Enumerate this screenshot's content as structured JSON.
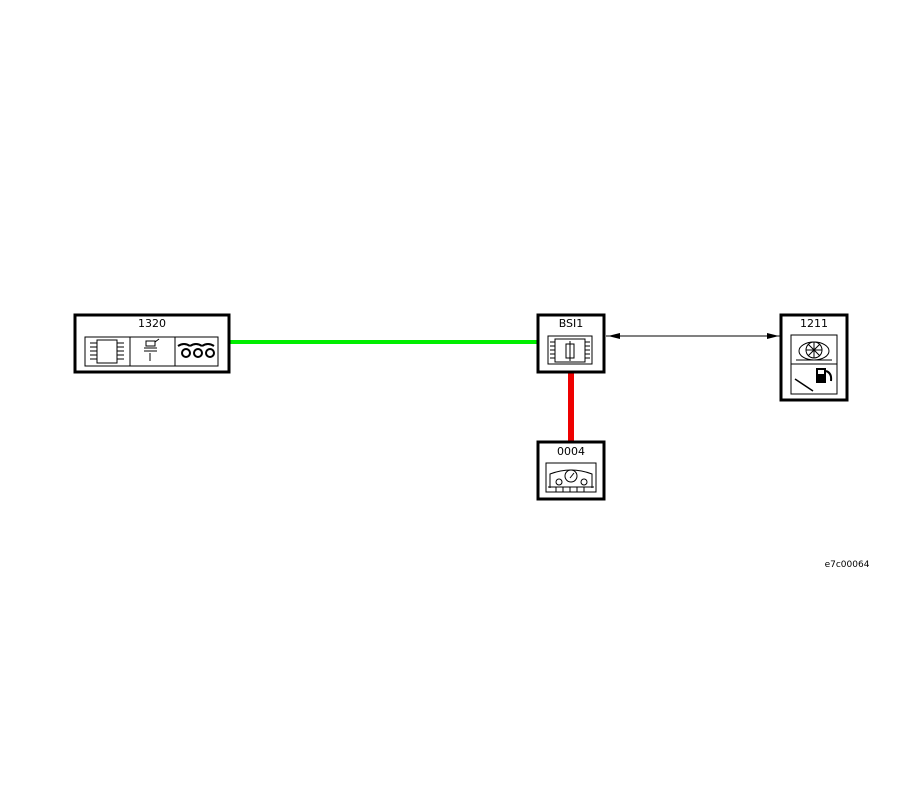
{
  "diagram": {
    "components": [
      {
        "id": "1320",
        "label": "1320",
        "icons": [
          "ecu-chip-icon",
          "injector-icon",
          "coil-icon"
        ]
      },
      {
        "id": "BSI1",
        "label": "BSI1",
        "icons": [
          "fuse-box-icon"
        ]
      },
      {
        "id": "1211",
        "label": "1211",
        "icons": [
          "fuel-gauge-sender-icon",
          "fuel-pump-icon"
        ]
      },
      {
        "id": "0004",
        "label": "0004",
        "icons": [
          "instrument-panel-icon"
        ]
      }
    ],
    "connections": [
      {
        "from": "1320",
        "to": "BSI1",
        "color": "#00ee00",
        "type": "network"
      },
      {
        "from": "BSI1",
        "to": "0004",
        "color": "#ee0000",
        "type": "network"
      },
      {
        "from": "BSI1",
        "to": "1211",
        "color": "#000000",
        "type": "wire-bidirectional"
      }
    ],
    "reference": "e7c00064"
  }
}
